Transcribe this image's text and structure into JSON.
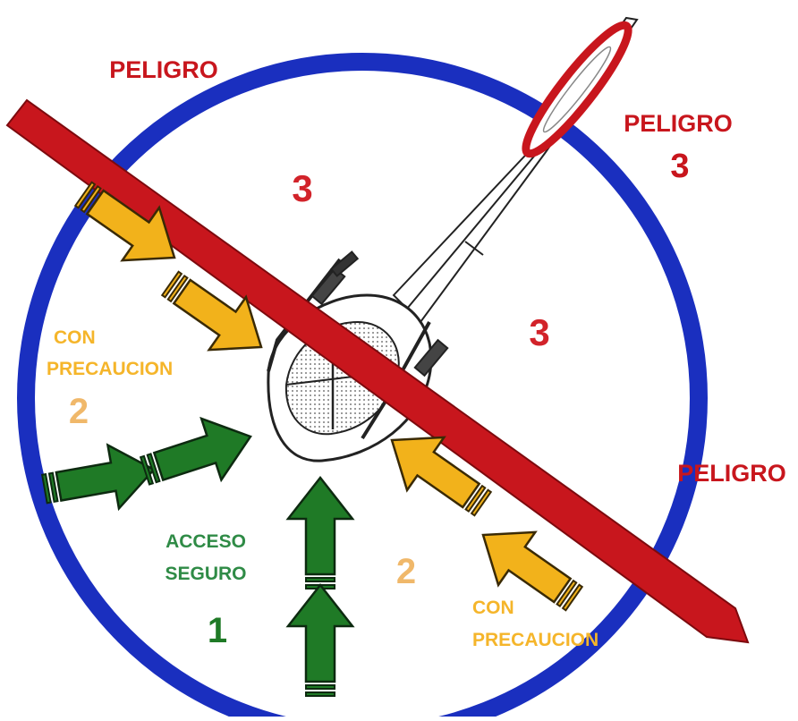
{
  "labels": {
    "peligro_top_left": "PELIGRO",
    "peligro_top_right": "PELIGRO",
    "peligro_top_right_num": "3",
    "peligro_right": "PELIGRO",
    "zone3_upper": "3",
    "zone3_right": "3",
    "caution_left_line1": "CON",
    "caution_left_line2": "PRECAUCION",
    "caution_left_num": "2",
    "caution_bottom_num": "2",
    "caution_bottom_line1": "CON",
    "caution_bottom_line2": "PRECAUCION",
    "safe_line1": "ACCESO",
    "safe_line2": "SEGURO",
    "safe_num": "1"
  },
  "colors": {
    "danger": "#c8161d",
    "caution": "#f2b21b",
    "caution_text": "#f5b52a",
    "caution_num": "#f0b86a",
    "safe": "#1f7a26",
    "safe_text": "#2f8b46",
    "ring": "#1a2fbf"
  },
  "icons": [
    "helicopter-icon",
    "arrow-icon"
  ]
}
